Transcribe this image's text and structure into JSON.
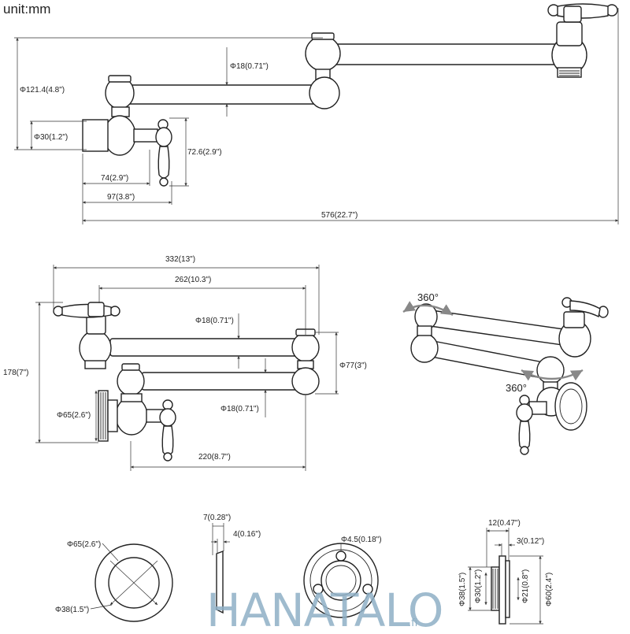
{
  "unit_label": "unit:mm",
  "top_view": {
    "dims": {
      "d_pipe": "Φ18(0.71\")",
      "d_height": "Φ121.4(4.8\")",
      "d_inlet": "Φ30(1.2\")",
      "d_handle_h": "72.6(2.9\")",
      "d_74": "74(2.9\")",
      "d_97": "97(3.8\")",
      "d_total": "576(22.7\")"
    }
  },
  "side_view": {
    "dims": {
      "d_332": "332(13\")",
      "d_262": "262(10.3\")",
      "d_pipe_upper": "Φ18(0.71\")",
      "d_height": "178(7\")",
      "d_77": "Φ77(3\")",
      "d_65": "Φ65(2.6\")",
      "d_pipe_lower": "Φ18(0.71\")",
      "d_220": "220(8.7\")"
    }
  },
  "rotation_view": {
    "rot_top": "360°",
    "rot_bottom": "360°"
  },
  "details": {
    "flange_outer": "Φ65(2.6\")",
    "flange_inner": "Φ38(1.5\")",
    "thick_7": "7(0.28\")",
    "thick_4": "4(0.16\")",
    "hole": "Φ4.5(0.18\")",
    "s_12": "12(0.47\")",
    "s_3": "3(0.12\")",
    "s_38": "Φ38(1.5\")",
    "s_30": "Φ30(1.2\")",
    "s_21": "Φ21(0.8\")",
    "s_60": "Φ60(2.4\")"
  },
  "watermark": {
    "brand": "HANATALO",
    "suffix": ".fi"
  }
}
